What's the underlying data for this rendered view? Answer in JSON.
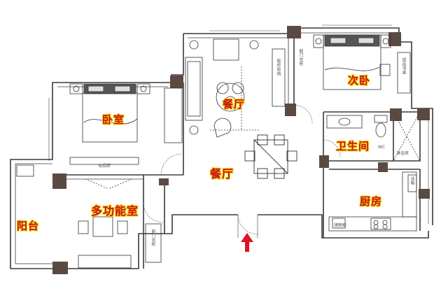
{
  "rooms": {
    "bedroom": "卧室",
    "second_bedroom": "次卧",
    "dining_top": "餐厅",
    "dining_main": "餐厅",
    "bathroom": "卫生间",
    "kitchen": "厨房",
    "multi_room": "多功能室",
    "balcony": "阳台"
  },
  "fixtures": {
    "entry_cabinet_top": "鞋门衣柜",
    "entry_cabinet_bottom": "鞋门衣柜",
    "wall_cabinet": "鞋柜收纳",
    "tv_cabinet": "电视柜",
    "desk": "成品书桌",
    "storage": "储物柜",
    "wc": "WC",
    "shower": "淋浴房",
    "fridge": "冰箱"
  },
  "colors": {
    "wall": "#3a3a3a",
    "column": "#5a4a42",
    "label_text": "#c8141e",
    "label_outline": "#f5d200",
    "arrow": "#e0141e"
  },
  "icons": {
    "entrance": "entrance-arrow-icon"
  }
}
